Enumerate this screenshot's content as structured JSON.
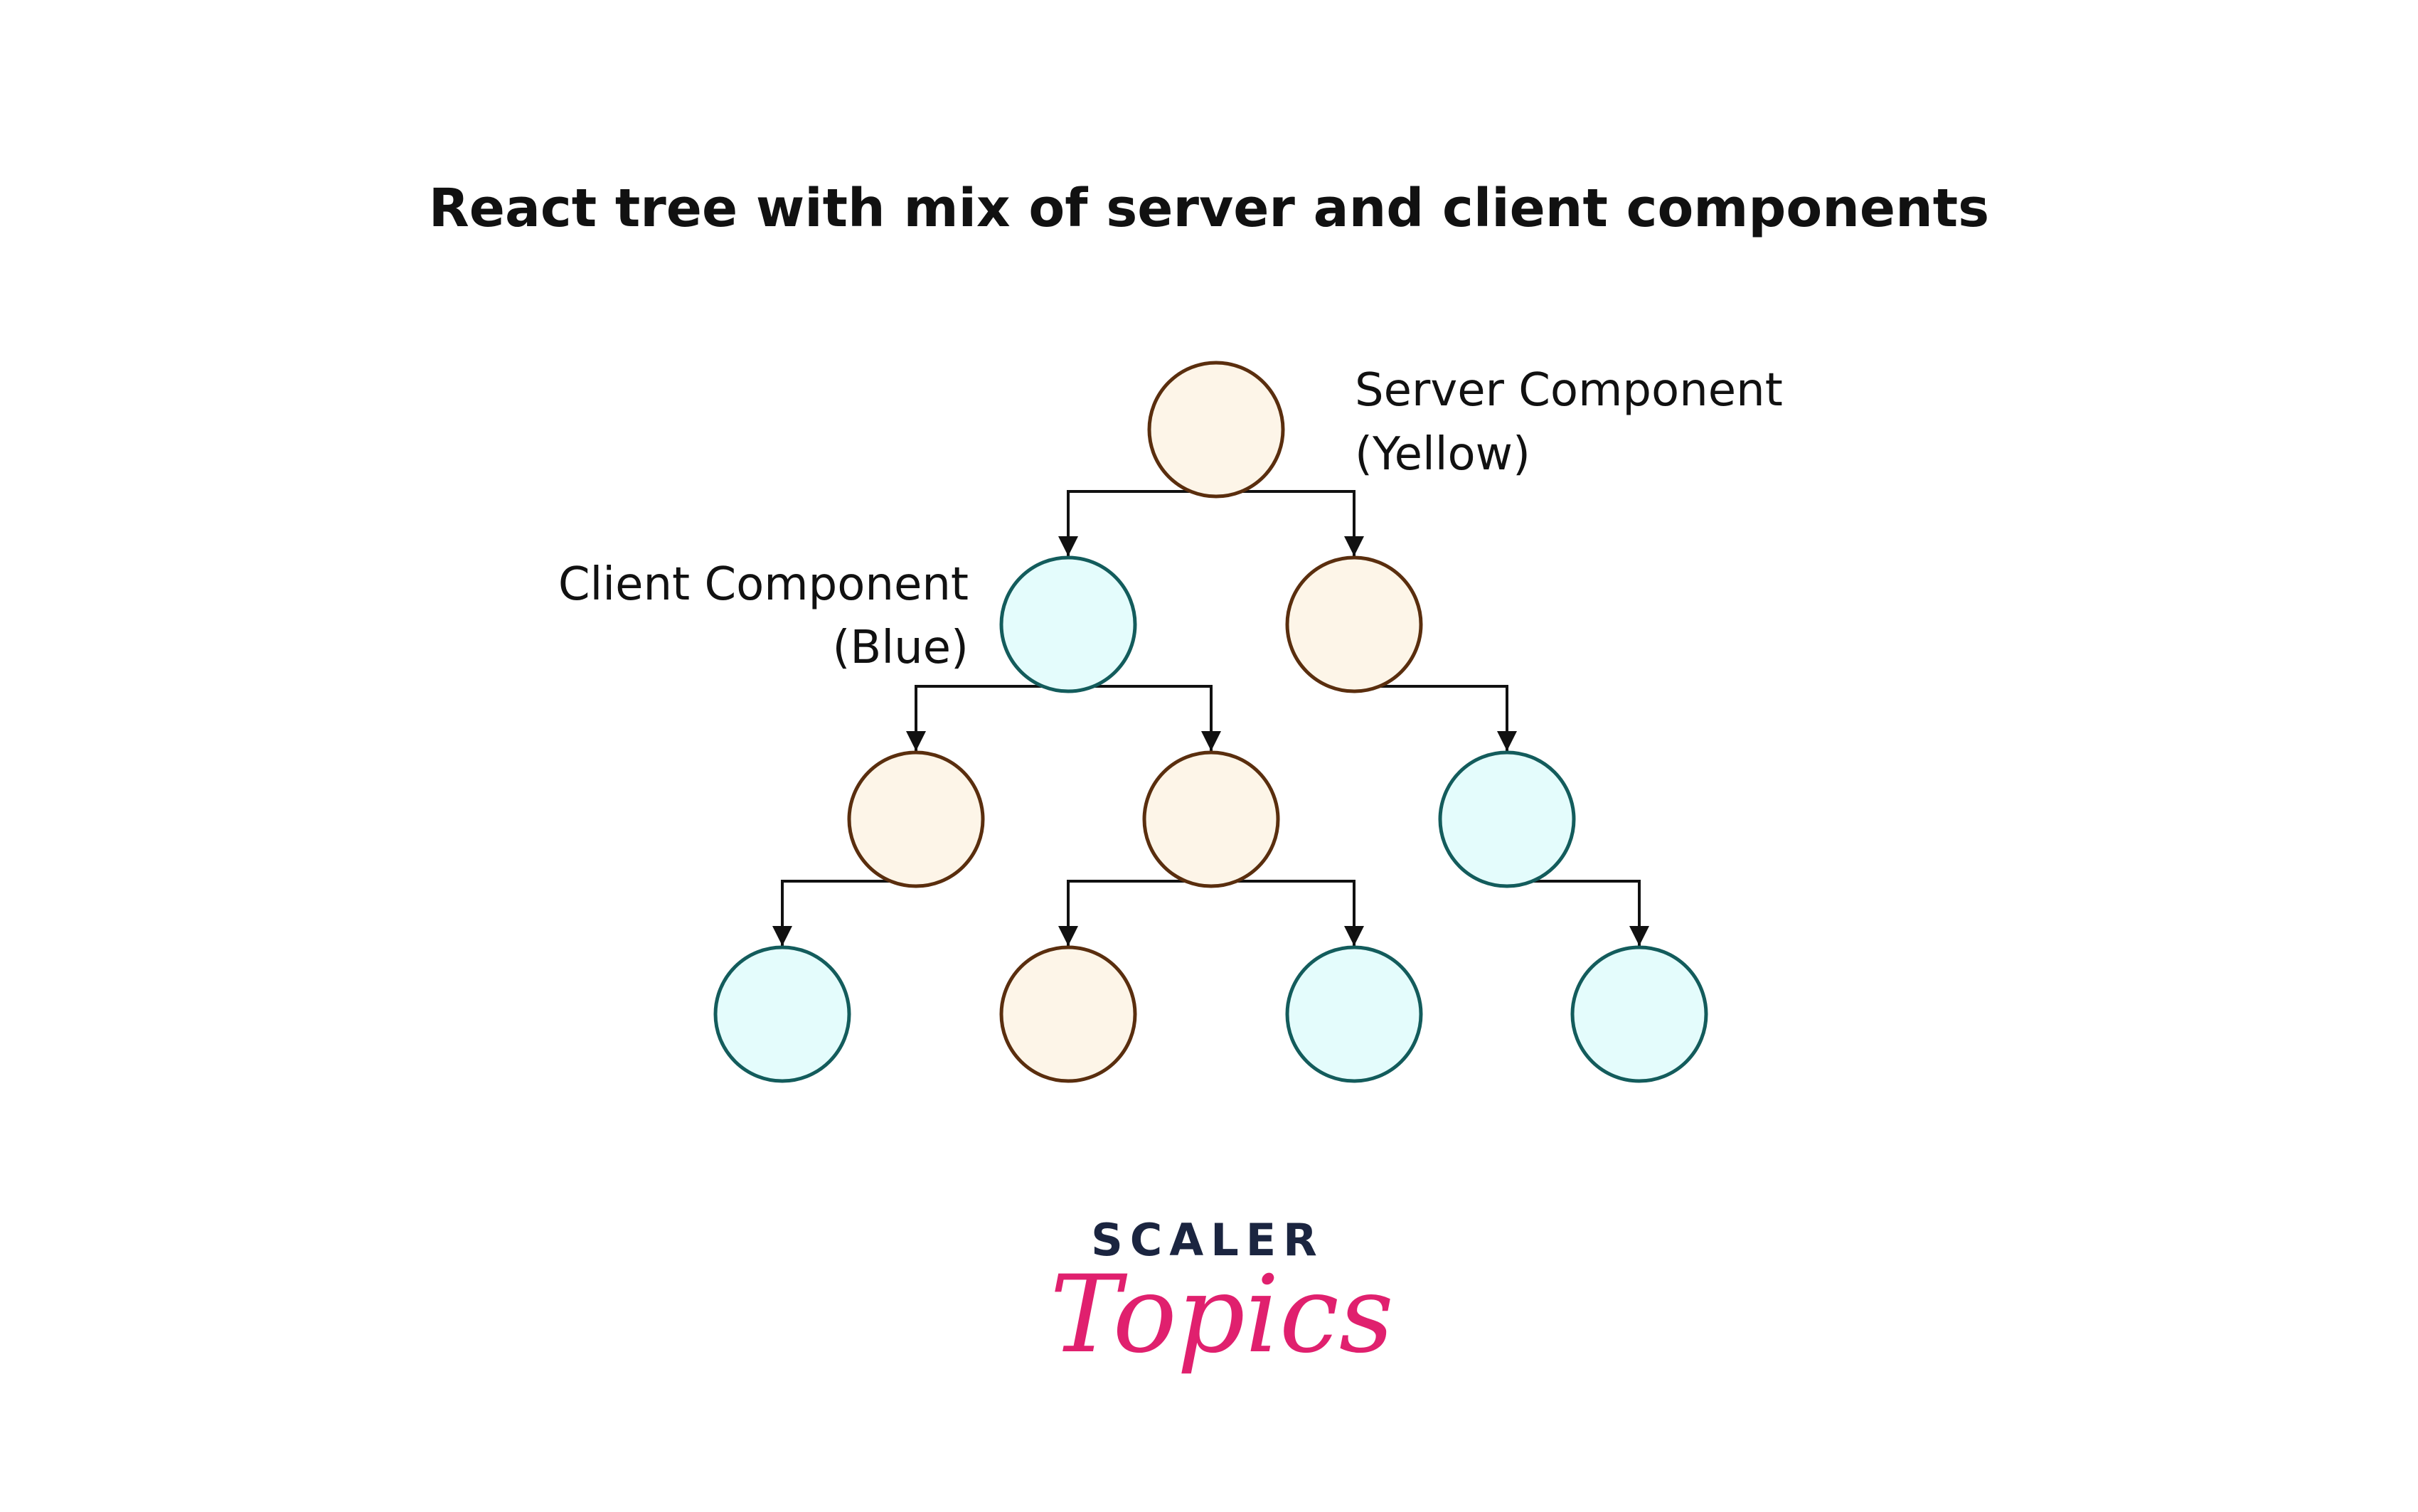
{
  "title": "React tree with mix of server and client components",
  "labels": {
    "server_line1": "Server Component",
    "server_line2": "(Yellow)",
    "client_line1": "Client Component",
    "client_line2": "(Blue)"
  },
  "colors": {
    "server_fill": "#fdf5e8",
    "server_stroke": "#5a2e0e",
    "client_fill": "#e4fcfc",
    "client_stroke": "#135c5c",
    "edge": "#111111",
    "logo_dark": "#1b2540",
    "logo_pink": "#e0206e"
  },
  "tree": {
    "id": "root",
    "type": "server",
    "children": [
      {
        "id": "level1-left",
        "type": "client",
        "children": [
          {
            "id": "level2-a",
            "type": "server",
            "children": [
              {
                "id": "level3-a",
                "type": "client",
                "children": []
              }
            ]
          },
          {
            "id": "level2-b",
            "type": "server",
            "children": [
              {
                "id": "level3-b",
                "type": "server",
                "children": []
              },
              {
                "id": "level3-c",
                "type": "client",
                "children": []
              }
            ]
          }
        ]
      },
      {
        "id": "level1-right",
        "type": "server",
        "children": [
          {
            "id": "level2-c",
            "type": "client",
            "children": [
              {
                "id": "level3-d",
                "type": "client",
                "children": []
              }
            ]
          }
        ]
      }
    ]
  },
  "logo": {
    "brand": "SCALER",
    "product": "Topics"
  }
}
